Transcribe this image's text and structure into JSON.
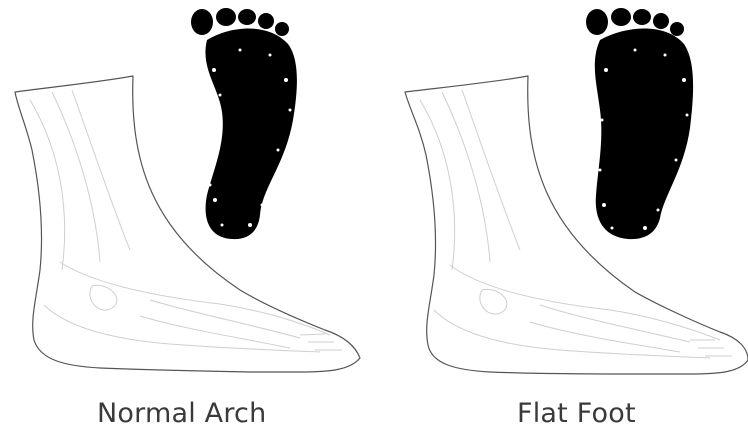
{
  "panels": [
    {
      "caption": "Normal Arch",
      "footprint_type": "normal-arch"
    },
    {
      "caption": "Flat Foot",
      "footprint_type": "flat"
    }
  ],
  "colors": {
    "footprint": "#000000",
    "leg_outline": "#555555",
    "anatomy_lines": "#cfcfcf",
    "caption_text": "#3a3a3a"
  }
}
